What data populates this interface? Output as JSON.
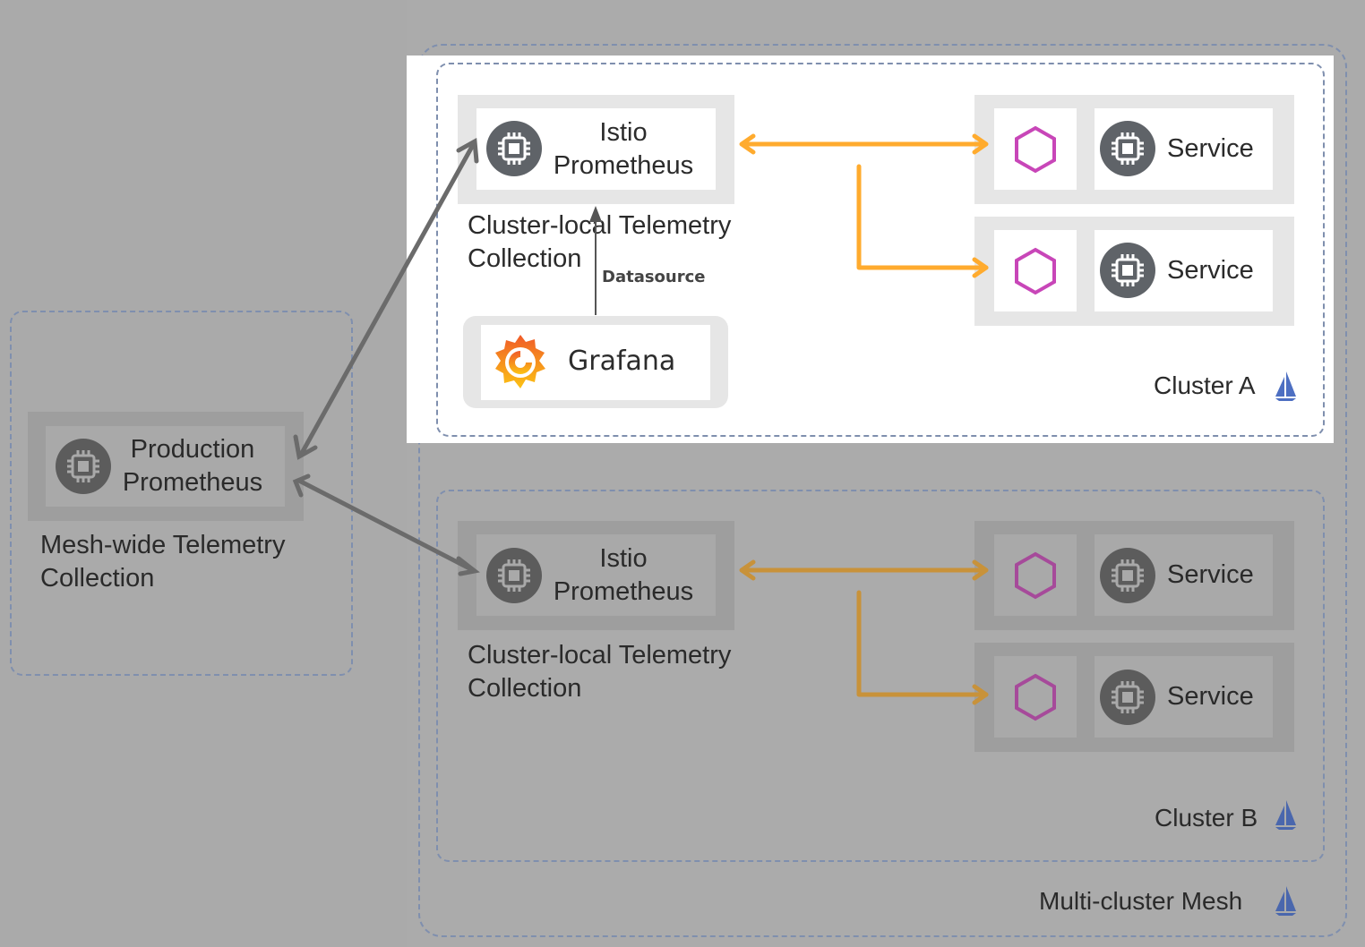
{
  "mesh": {
    "label": "Multi-cluster Mesh",
    "icon": "istio-sail-icon"
  },
  "production": {
    "title_line1": "Production",
    "title_line2": "Prometheus",
    "caption_line1": "Mesh-wide Telemetry",
    "caption_line2": "Collection",
    "icon": "chip-icon"
  },
  "cluster_a": {
    "label": "Cluster A",
    "prometheus_line1": "Istio",
    "prometheus_line2": "Prometheus",
    "caption_line1": "Cluster-local Telemetry",
    "caption_line2": "Collection",
    "datasource_label": "Datasource",
    "grafana_label": "Grafana",
    "services": [
      "Service",
      "Service"
    ]
  },
  "cluster_b": {
    "label": "Cluster B",
    "prometheus_line1": "Istio",
    "prometheus_line2": "Prometheus",
    "caption_line1": "Cluster-local Telemetry",
    "caption_line2": "Collection",
    "services": [
      "Service",
      "Service"
    ]
  },
  "colors": {
    "orange_arrow": "#ffab2e",
    "orange_arrow_dim": "#c8923a",
    "hexagon": "#c846b8",
    "hexagon_dim": "#a64a9a",
    "sail": "#4d6fc2",
    "dashed_border": "#7f8fae"
  }
}
